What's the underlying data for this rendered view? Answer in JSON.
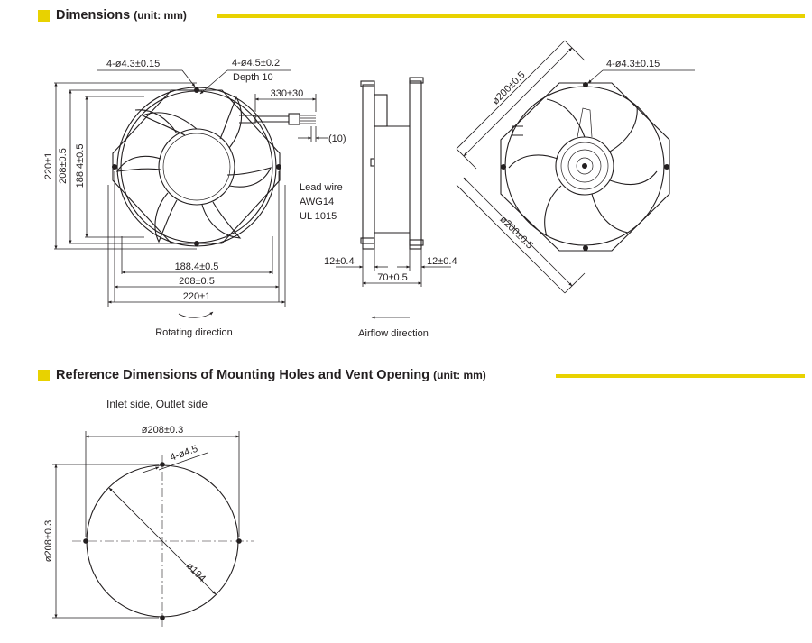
{
  "sections": {
    "dimensions": {
      "title": "Dimensions",
      "unit": "(unit: mm)"
    },
    "reference": {
      "title": "Reference Dimensions of Mounting Holes and Vent Opening",
      "unit": "(unit: mm)"
    }
  },
  "colors": {
    "accent": "#e8d200",
    "ink": "#231f20"
  },
  "front_view": {
    "hole_label": "4-ø4.3±0.15",
    "hole2_label": "4-ø4.5±0.2",
    "depth_label": "Depth 10",
    "wire_length": "330±30",
    "wire_tail": "(10)",
    "dim_220_v": "220±1",
    "dim_208_v": "208±0.5",
    "dim_188_v": "188.4±0.5",
    "dim_188_h": "188.4±0.5",
    "dim_208_h": "208±0.5",
    "dim_220_h": "220±1",
    "rotating_caption": "Rotating direction"
  },
  "lead_wire": {
    "line1": "Lead wire",
    "line2": "AWG14",
    "line3": "UL 1015"
  },
  "side_view": {
    "dim_left": "12±0.4",
    "dim_right": "12±0.4",
    "dim_depth": "70±0.5",
    "airflow_caption": "Airflow direction"
  },
  "rear_view": {
    "hole_label": "4-ø4.3±0.15",
    "diag_top": "ø200±0.5",
    "diag_bottom": "ø200±0.5"
  },
  "reference_view": {
    "caption": "Inlet side, Outlet side",
    "dim_h": "ø208±0.3",
    "dim_v": "ø208±0.3",
    "hole_label": "4-ø4.5",
    "vent_label": "ø194"
  }
}
